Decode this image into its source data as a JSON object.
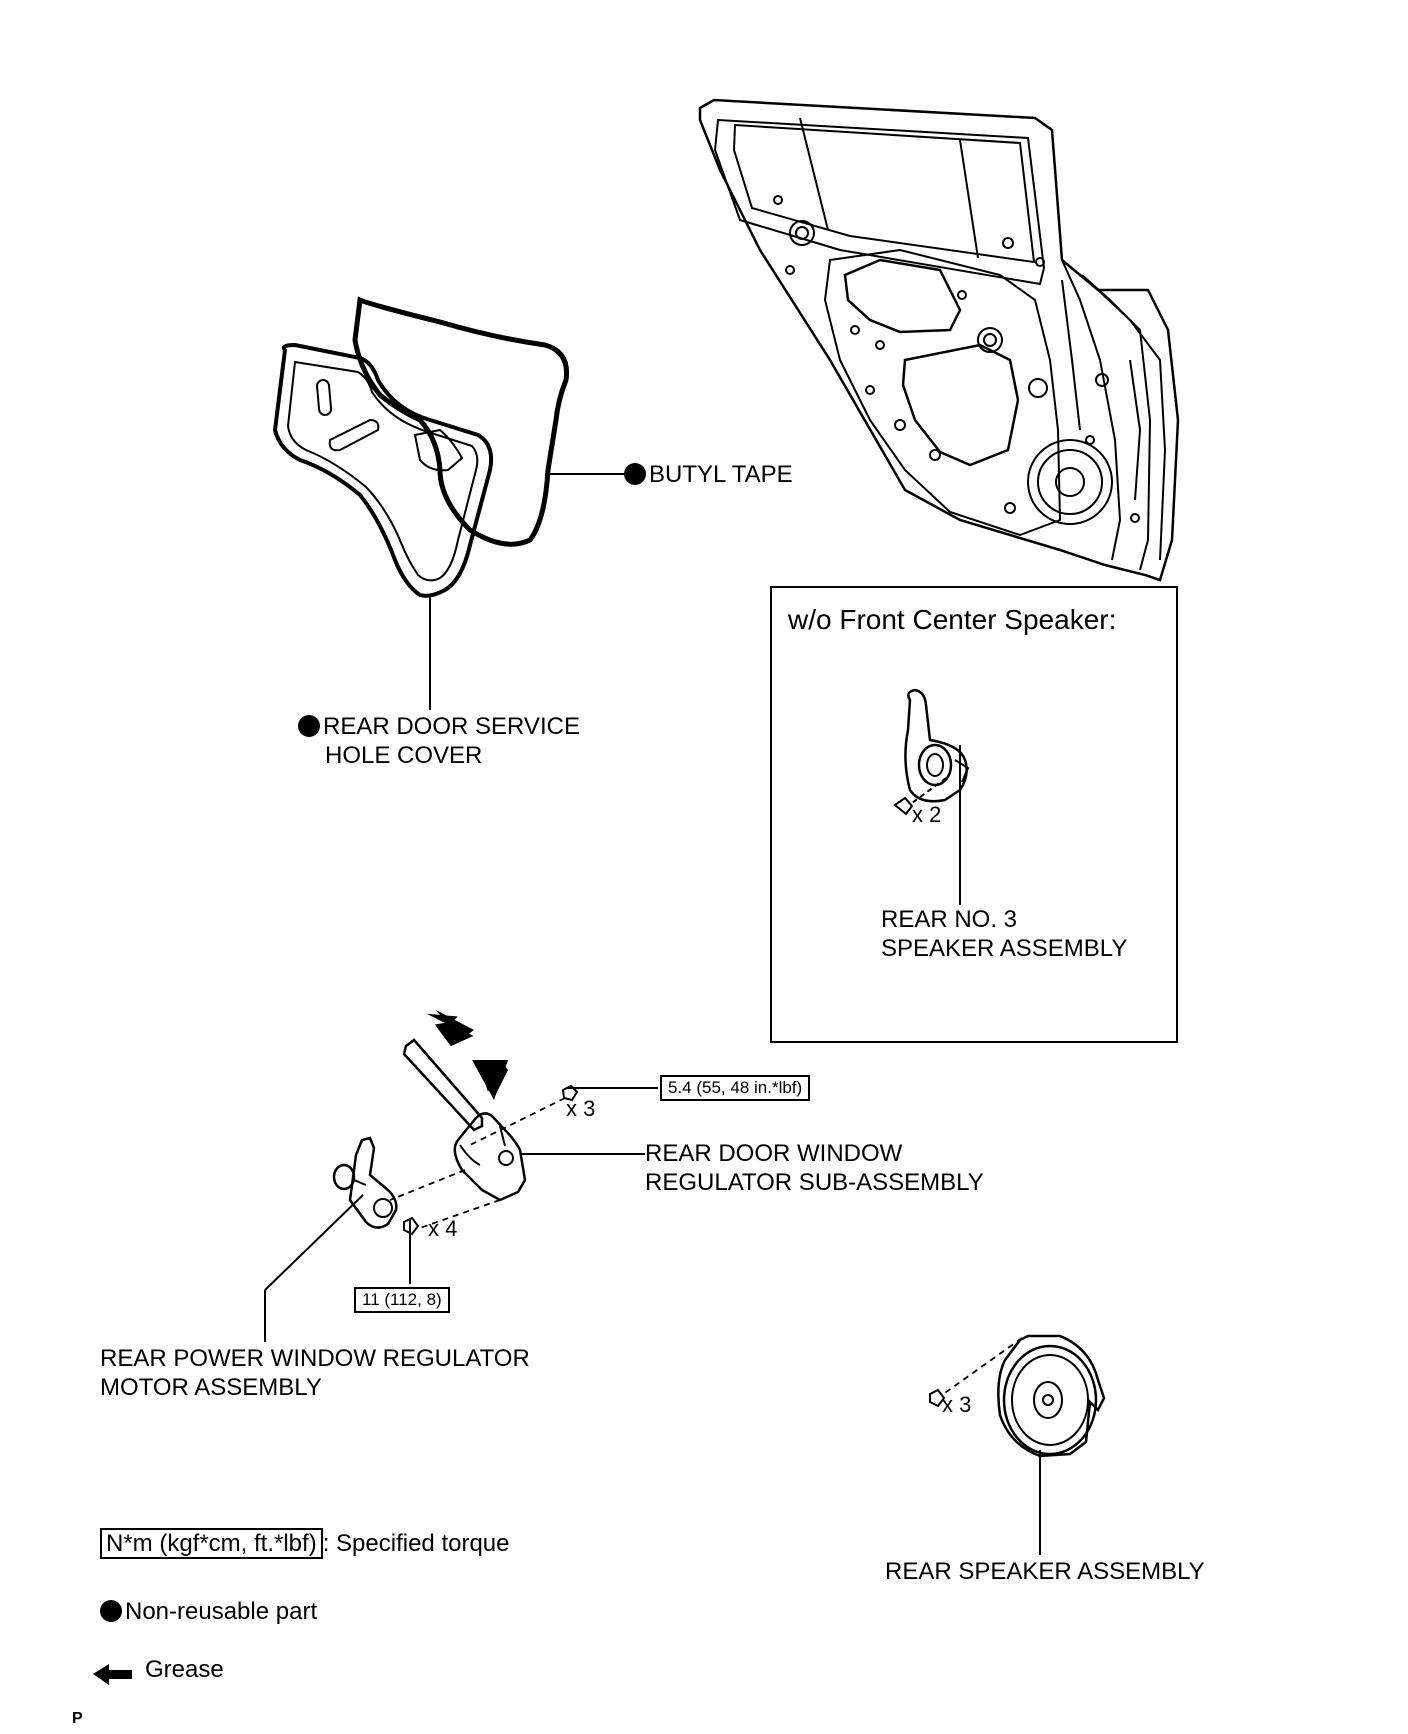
{
  "labels": {
    "butyl_tape": "BUTYL TAPE",
    "service_cover_l1": "REAR DOOR SERVICE",
    "service_cover_l2": "HOLE COVER",
    "inset_title": "w/o Front Center Speaker:",
    "no3_speaker_l1": "REAR NO. 3",
    "no3_speaker_l2": "SPEAKER ASSEMBLY",
    "regulator_l1": "REAR DOOR WINDOW",
    "regulator_l2": "REGULATOR SUB-ASSEMBLY",
    "motor_l1": "REAR POWER WINDOW REGULATOR",
    "motor_l2": "MOTOR ASSEMBLY",
    "rear_speaker": "REAR SPEAKER ASSEMBLY"
  },
  "quantities": {
    "no3_speaker_bolts": "x 2",
    "regulator_upper_bolts": "x 3",
    "regulator_lower_bolts": "x 4",
    "rear_speaker_screws": "x 3"
  },
  "torques": {
    "regulator_upper": "5.4 (55, 48 in.*lbf)",
    "regulator_lower": "11 (112, 8)"
  },
  "legend": {
    "torque_unit": "N*m (kgf*cm, ft.*lbf)",
    "torque_desc": ": Specified torque",
    "nonreusable": "Non-reusable part",
    "grease": "Grease"
  },
  "corner_mark": "P",
  "colors": {
    "ink": "#000000",
    "paper": "#ffffff"
  }
}
